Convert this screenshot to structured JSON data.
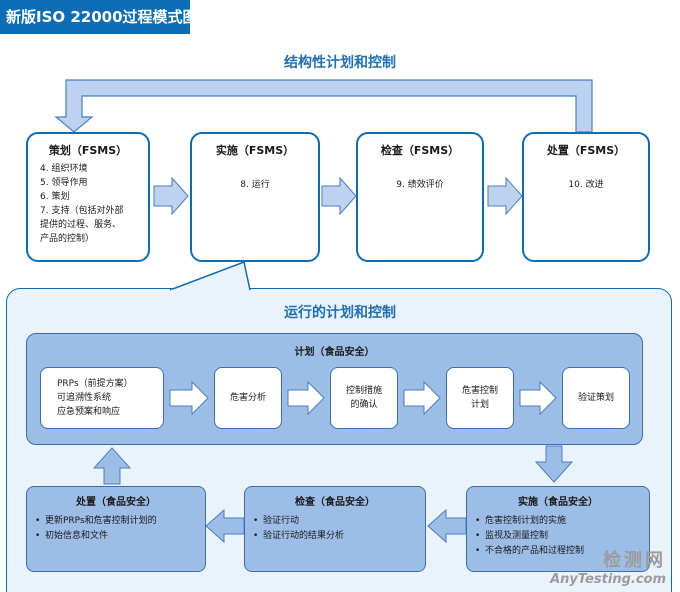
{
  "header": {
    "title": "新版ISO 22000过程模式图"
  },
  "strategic": {
    "title": "结构性计划和控制"
  },
  "pdca": [
    {
      "title": "策划（FSMS）",
      "lines": "4. 组织环境\n5. 领导作用\n6. 策划\n7. 支持（包括对外部\n提供的过程、服务、\n产品的控制）"
    },
    {
      "title": "实施（FSMS）",
      "lines": "8. 运行"
    },
    {
      "title": "检查（FSMS）",
      "lines": "9. 绩效评价"
    },
    {
      "title": "处置（FSMS）",
      "lines": "10. 改进"
    }
  ],
  "operational": {
    "title": "运行的计划和控制",
    "plan": {
      "title": "计划（食品安全）",
      "steps": [
        "PRPs（前提方案）\n可追溯性系统\n应急预案和响应",
        "危害分析",
        "控制措施\n的确认",
        "危害控制\n计划",
        "验证策划"
      ]
    },
    "do": {
      "title": "实施（食品安全）",
      "items": [
        "危害控制计划的实施",
        "监视及测量控制",
        "不合格的产品和过程控制"
      ]
    },
    "check": {
      "title": "检查（食品安全）",
      "items": [
        "验证行动",
        "验证行动的结果分析"
      ]
    },
    "act": {
      "title": "处置（食品安全）",
      "items": [
        "更新PRPs和危害控制计划的",
        "初始信息和文件"
      ]
    }
  },
  "watermark": {
    "line1": "检测网",
    "line2": "AnyTesting.com"
  },
  "colors": {
    "header_bg": "#0a6db6",
    "title_blue": "#1f6fb5",
    "box_border": "#0a6db6",
    "panel_fill": "#9cbde6",
    "arrow_fill": "#bcd2ee",
    "arrow_stroke": "#4a7ec4",
    "region_bg": "#eaf3fb"
  }
}
